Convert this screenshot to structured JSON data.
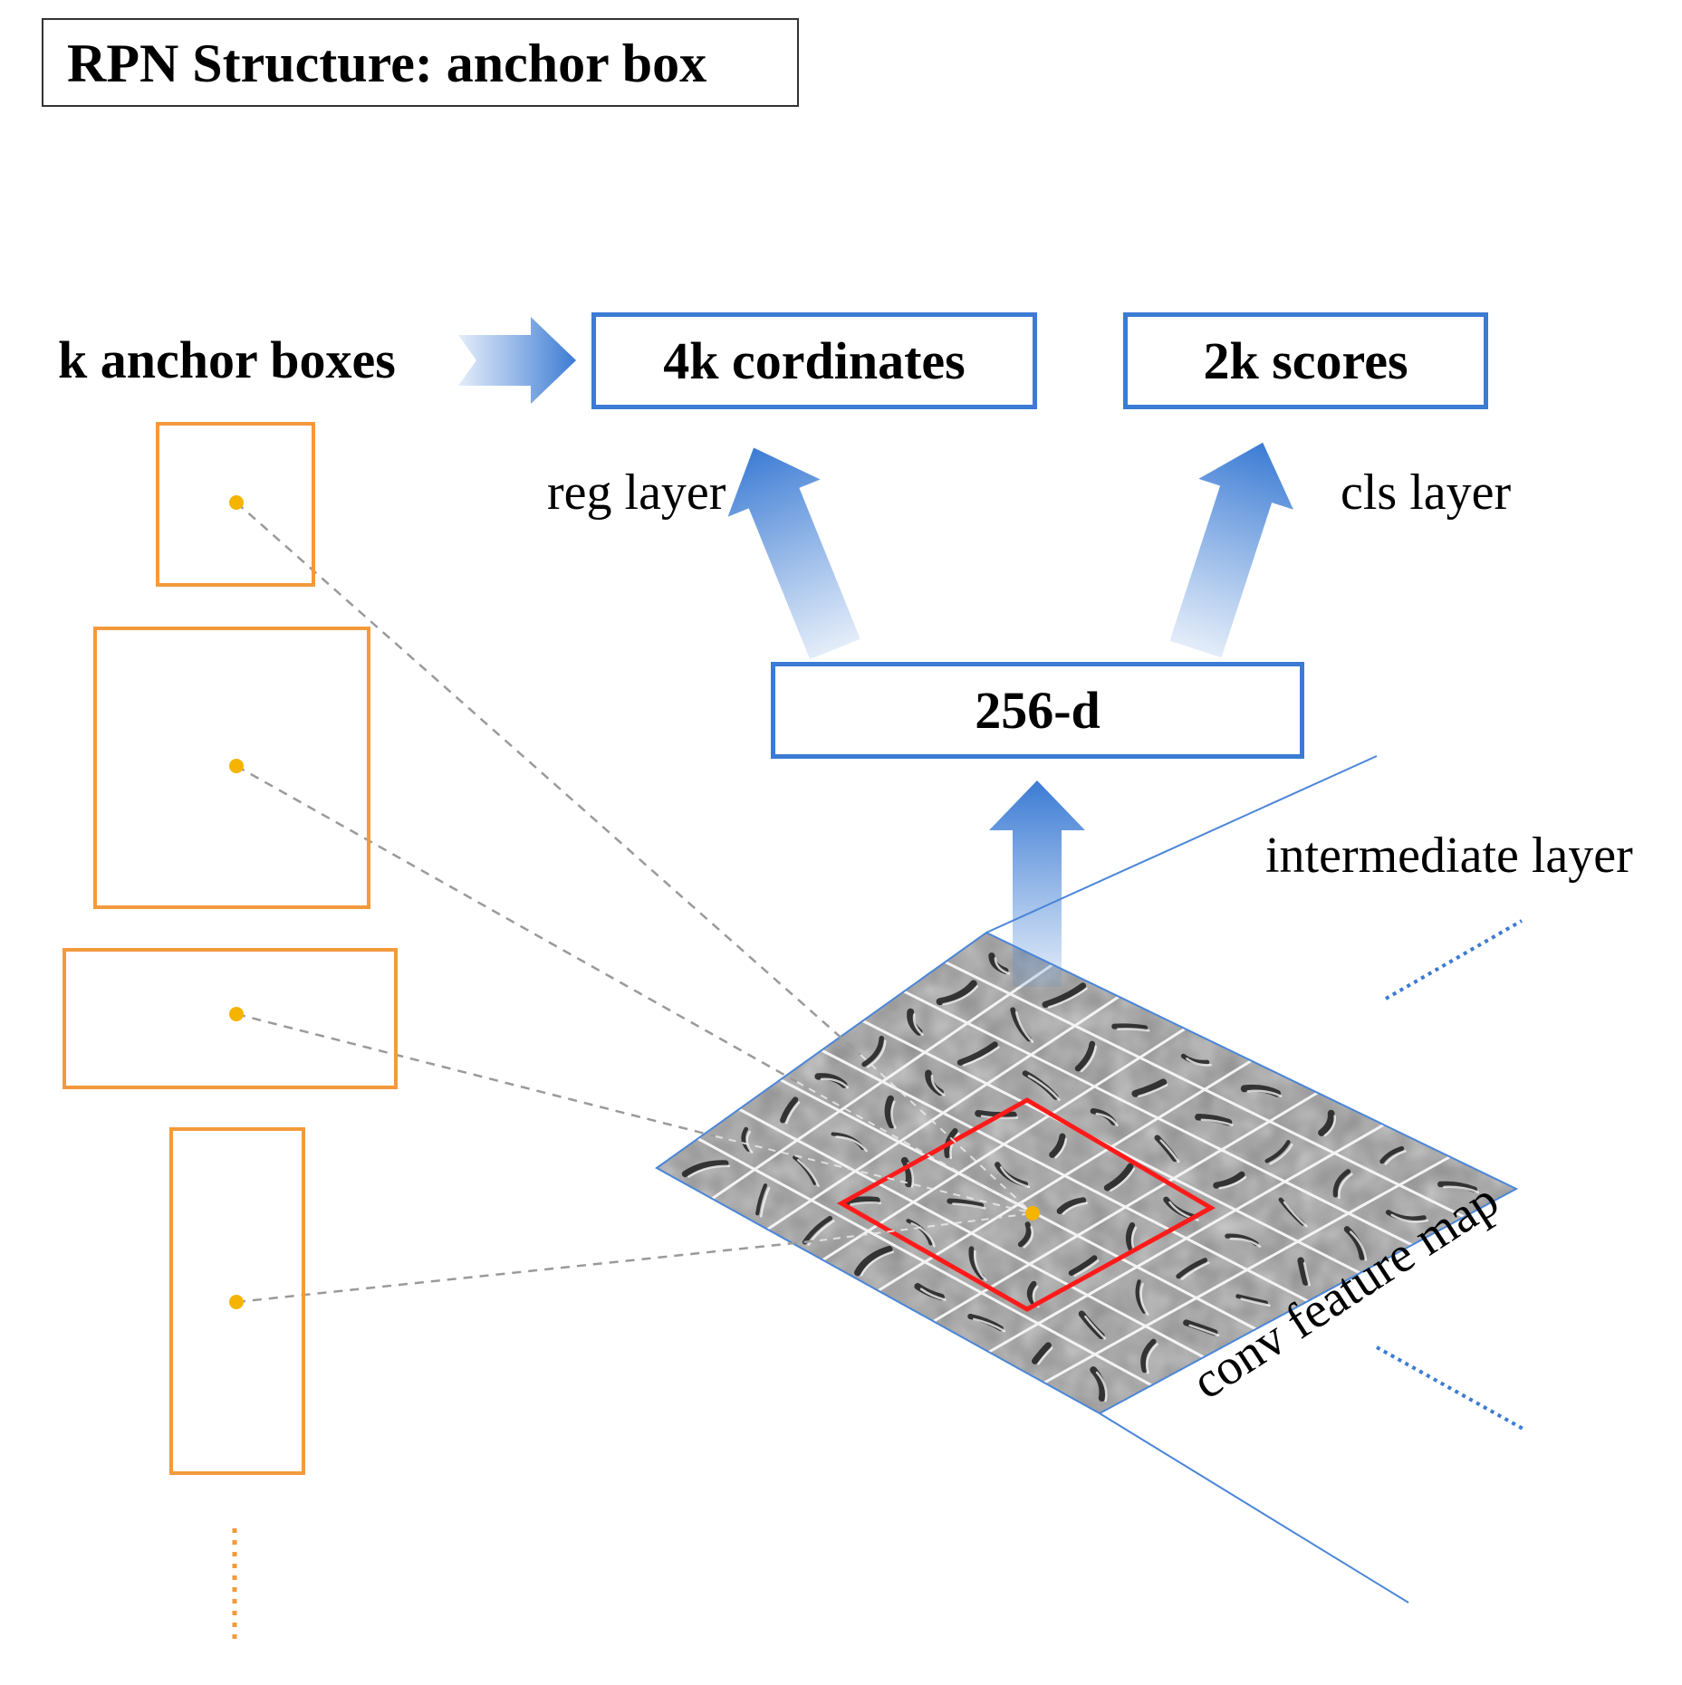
{
  "title": "RPN Structure: anchor box",
  "labels": {
    "anchor_boxes": "k anchor boxes",
    "reg_layer": "reg layer",
    "cls_layer": "cls layer",
    "intermediate_layer": "intermediate layer",
    "conv_feature_map": "conv feature map"
  },
  "nodes": {
    "coordinates": "4k cordinates",
    "scores": "2k scores",
    "feature": "256-d"
  },
  "colors": {
    "node_border": "#3b7bd4",
    "arrow": "#4a86d8",
    "anchor_box": "#f39a3c",
    "anchor_center": "#f5b400",
    "sliding_window": "#ff1a1a",
    "guide_line": "#4a86d8",
    "dashed_connector": "#9a9a9a"
  }
}
